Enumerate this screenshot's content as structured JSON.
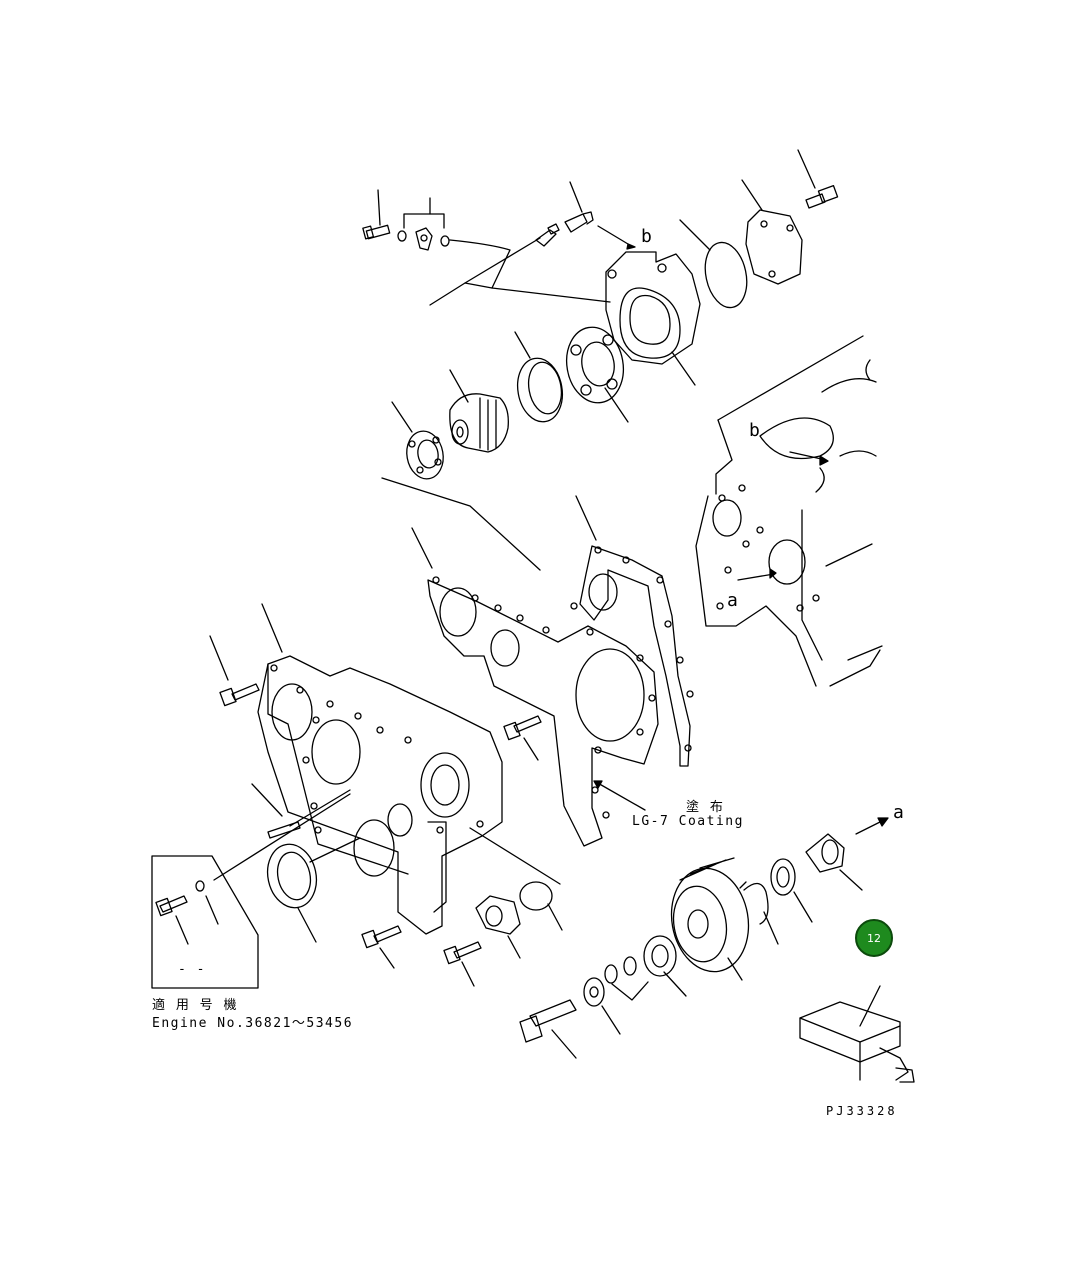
{
  "labels": {
    "ref_b_top": "b",
    "ref_b_block": "b",
    "ref_a_block": "a",
    "ref_a_gear": "a",
    "coating_jp": "塗 布",
    "coating_en": "LG-7 Coating",
    "applicable_jp": "適 用 号 機",
    "engine_no": "Engine No.36821～53456",
    "inset_dash": "- -",
    "drawing_code": "PJ33328"
  },
  "hotspot": {
    "number": "12",
    "color": "#1e8a1e"
  }
}
